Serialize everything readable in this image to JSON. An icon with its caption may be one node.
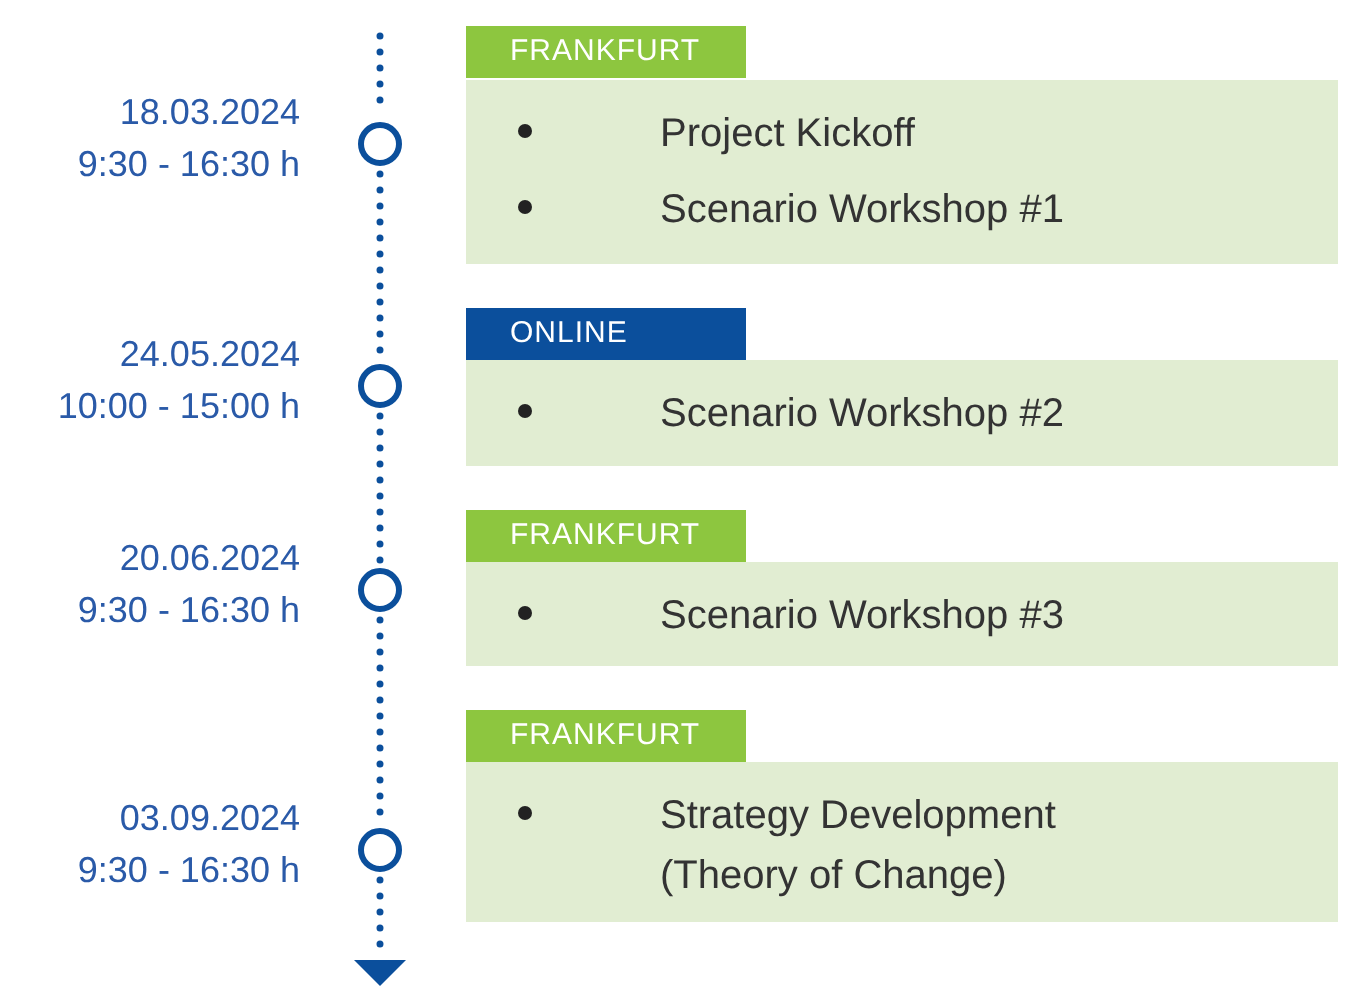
{
  "diagram": {
    "nodes": [
      {
        "text": [],
        "shape": "circle",
        "beside": [
          "18.03.2024",
          "9:30 - 16:30 h"
        ]
      },
      {
        "text": [
          "FRANKFURT"
        ]
      },
      {
        "text": [
          "Project Kickoff",
          "Scenario Workshop #1"
        ]
      },
      {
        "text": [],
        "shape": "circle",
        "beside": [
          "24.05.2024",
          "10:00 - 15:00 h"
        ]
      },
      {
        "text": [
          "ONLINE"
        ]
      },
      {
        "text": [
          "Scenario Workshop #2"
        ]
      },
      {
        "text": [],
        "shape": "circle",
        "beside": [
          "20.06.2024",
          "9:30 - 16:30 h"
        ]
      },
      {
        "text": [
          "FRANKFURT"
        ]
      },
      {
        "text": [
          "Scenario Workshop #3"
        ]
      },
      {
        "text": [],
        "shape": "circle",
        "beside": [
          "03.09.2024",
          "9:30 - 16:30 h"
        ]
      },
      {
        "text": [
          "FRANKFURT"
        ]
      },
      {
        "text": [
          "Strategy Development (Theory of Change)"
        ]
      }
    ],
    "edges": [
      {
        "from": null,
        "to": 0,
        "arrow": "none"
      },
      {
        "from": 0,
        "to": 3,
        "arrow": "none"
      },
      {
        "from": 3,
        "to": 6,
        "arrow": "none"
      },
      {
        "from": 6,
        "to": 9,
        "arrow": "none"
      },
      {
        "from": 9,
        "to": null,
        "arrow": "to"
      }
    ]
  }
}
